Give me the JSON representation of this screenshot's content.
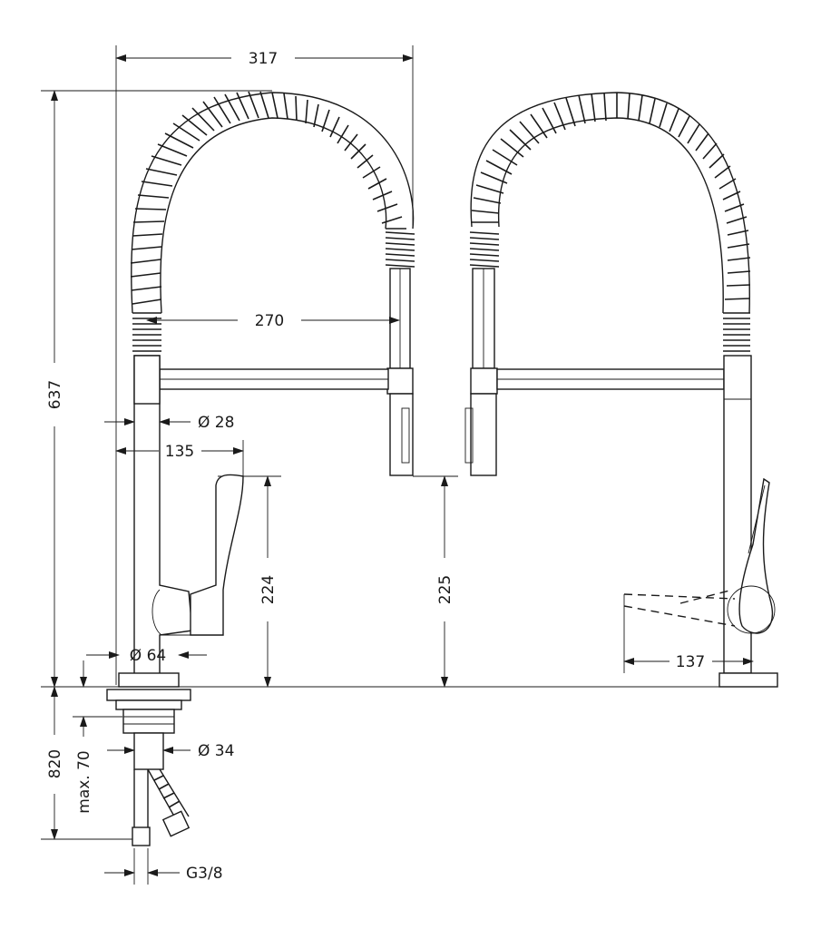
{
  "dimensions": {
    "width_total": "317",
    "height_total": "637",
    "spout_reach": "270",
    "body_diameter": "Ø 28",
    "lever_offset": "135",
    "lever_height": "224",
    "outlet_height": "225",
    "base_diameter": "Ø 64",
    "shank_diameter": "Ø 34",
    "max_thickness": "max. 70",
    "supply_length": "820",
    "lever_sweep": "137",
    "connection_thread": "G3/8"
  }
}
